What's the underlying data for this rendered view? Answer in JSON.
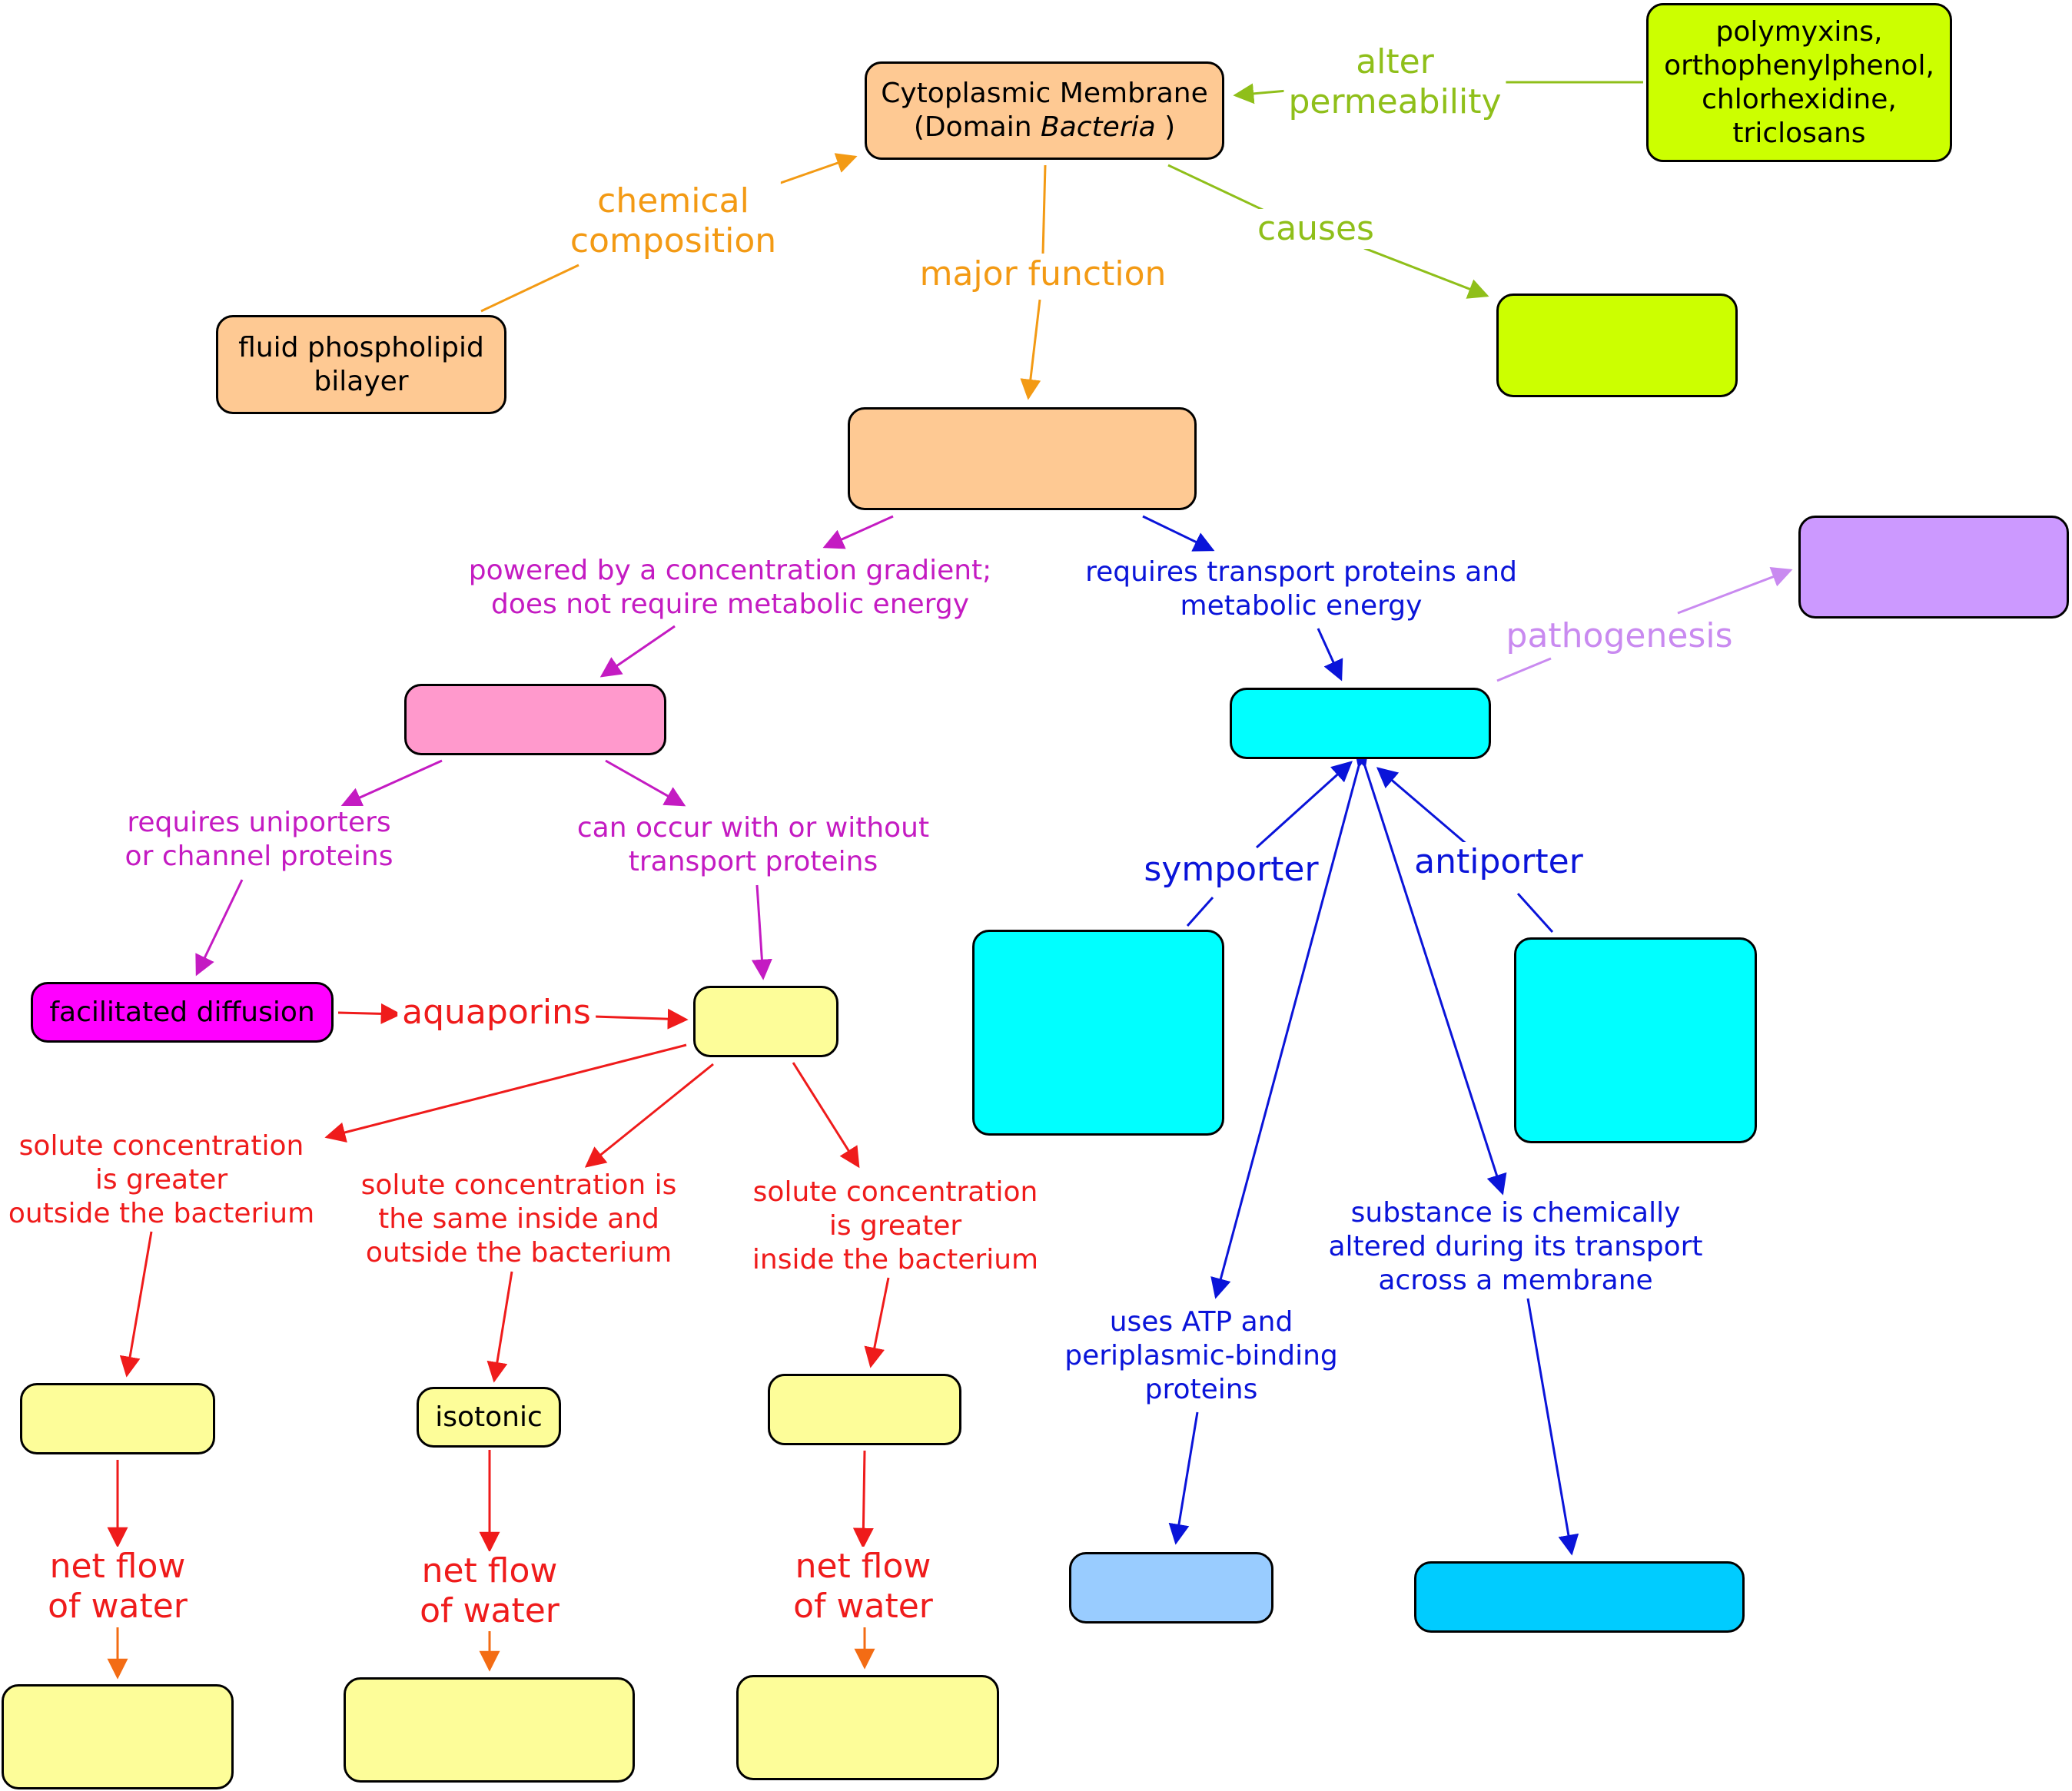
{
  "nodes": {
    "cytoplasmic_membrane_line1": "Cytoplasmic Membrane",
    "cytoplasmic_membrane_line2_prefix": "(Domain ",
    "cytoplasmic_membrane_line2_italic": "Bacteria",
    "cytoplasmic_membrane_line2_suffix": " )",
    "agents": "polymyxins,\northophenylphenol,\nchlorhexidine,\ntriclosans",
    "fluid_bilayer": "fluid phospholipid\nbilayer",
    "facilitated_diffusion": "facilitated diffusion",
    "isotonic": "isotonic"
  },
  "links": {
    "alter_permeability": "alter\npermeability",
    "chemical_composition": "chemical\ncomposition",
    "major_function": "major function",
    "causes": "causes",
    "powered_by_gradient": "powered by a concentration gradient;\ndoes not require metabolic energy",
    "requires_transport_energy": "requires transport proteins and\nmetabolic energy",
    "pathogenesis": "pathogenesis",
    "requires_uniporters": "requires uniporters\nor channel proteins",
    "with_or_without": "can occur with or without\ntransport proteins",
    "symporter": "symporter",
    "antiporter": "antiporter",
    "aquaporins": "aquaporins",
    "solute_outside": "solute concentration\nis greater\noutside the bacterium",
    "solute_same": "solute concentration is\nthe same inside and\noutside the bacterium",
    "solute_inside": "solute concentration\nis greater\ninside the bacterium",
    "uses_atp": "uses ATP and\nperiplasmic-binding\nproteins",
    "chemically_altered": "substance is chemically\naltered during its transport\nacross a membrane",
    "net_flow_1": "net flow\nof water",
    "net_flow_2": "net flow\nof water",
    "net_flow_3": "net flow\nof water"
  },
  "colors": {
    "node_orange": "#fec993",
    "node_green": "#ccff00",
    "node_purple": "#cc99ff",
    "node_pink": "#ff99cc",
    "node_cyan": "#00ffff",
    "node_magenta": "#ff00ff",
    "node_yellow": "#fdfd99",
    "node_lightblue": "#99ccff",
    "node_skyblue": "#00ccff",
    "link_orange": "#f39a14",
    "link_green": "#8fbf1a",
    "link_purple": "#c41bc2",
    "link_blue": "#0a14d9",
    "link_red": "#ef1b1b",
    "link_lavender": "#c98af0",
    "link_darkorange": "#f36c14"
  }
}
